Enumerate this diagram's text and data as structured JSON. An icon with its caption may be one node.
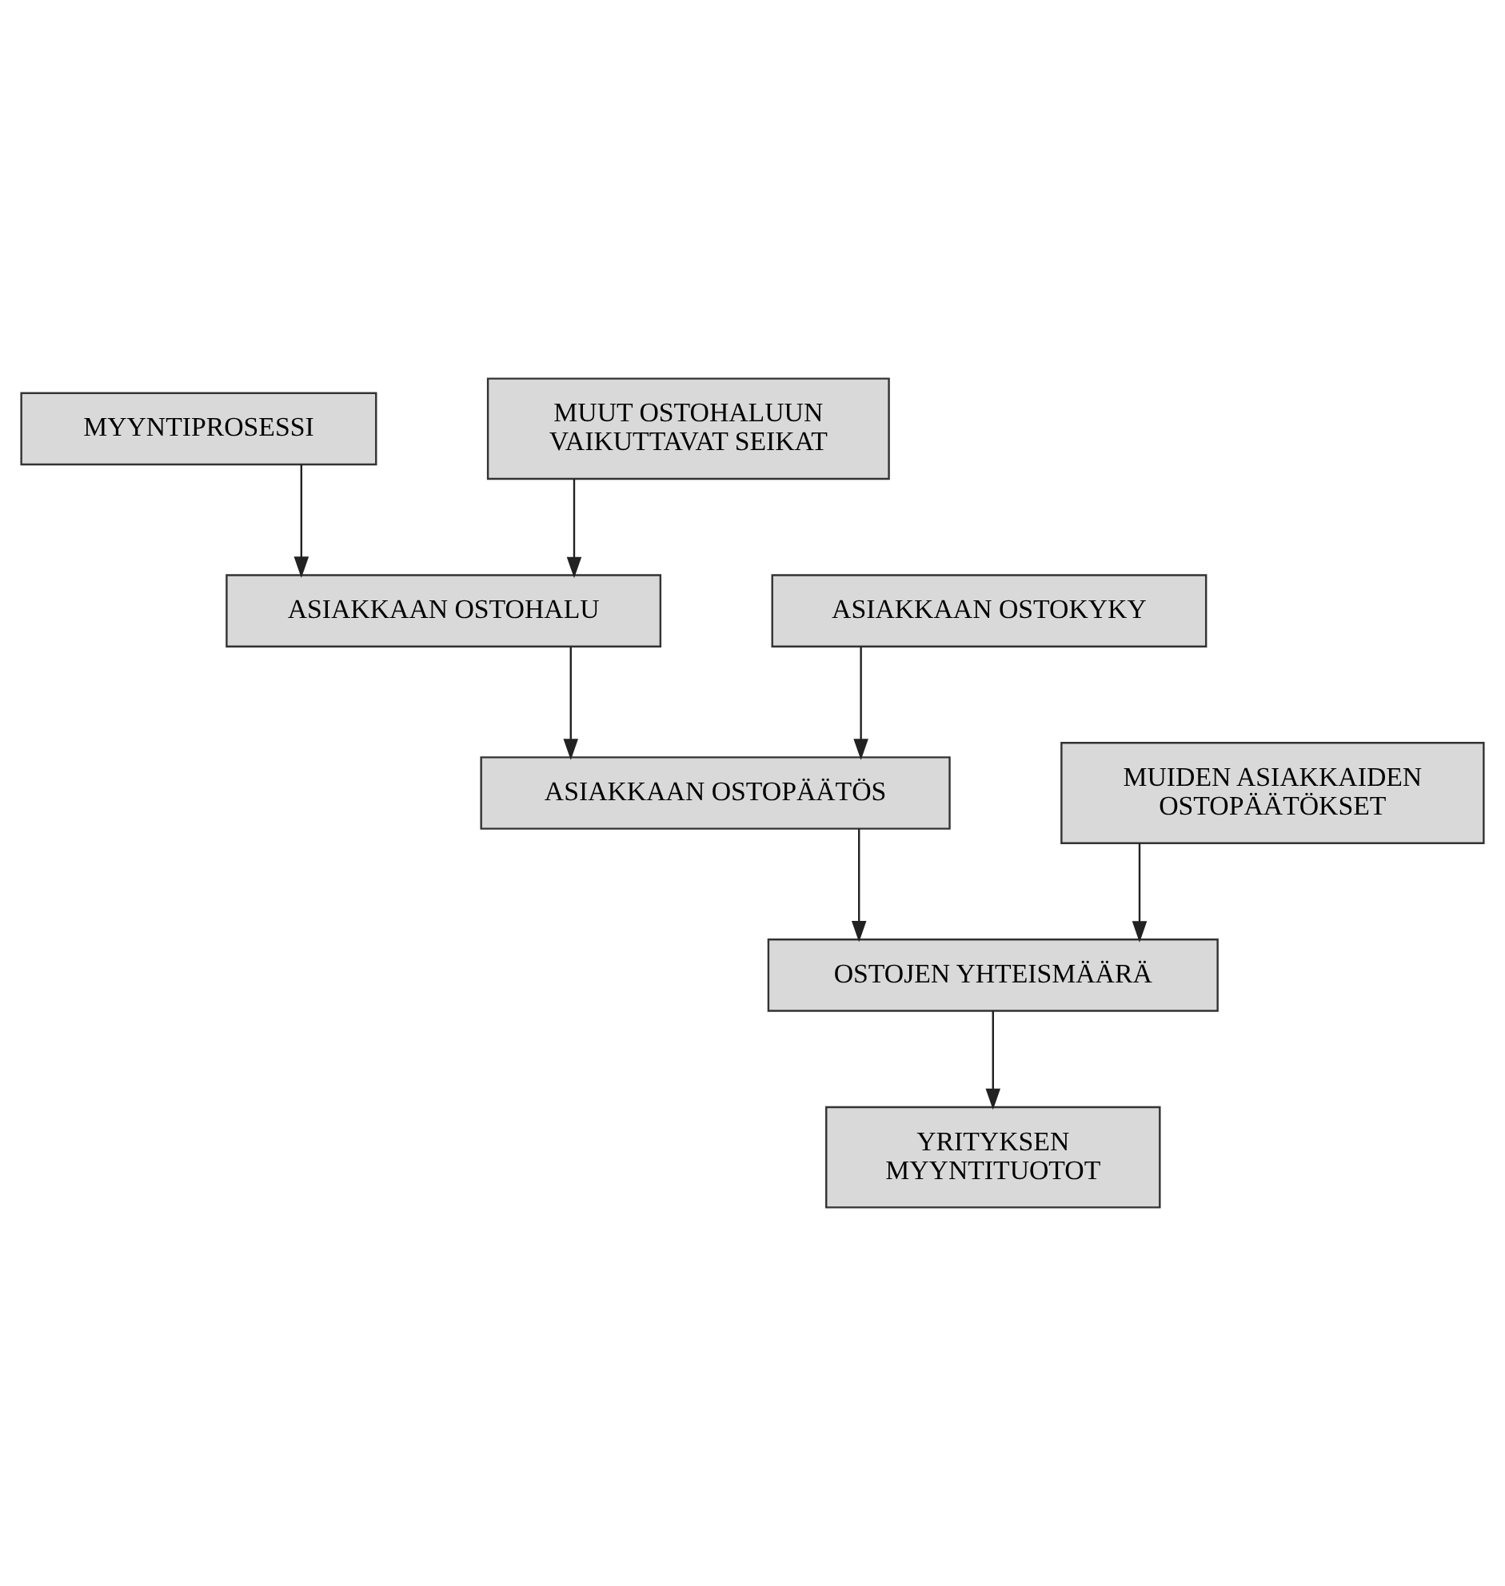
{
  "diagram": {
    "nodes": [
      {
        "text": [
          "MYYNTIPROSESSI"
        ]
      },
      {
        "text": [
          "MUUT OSTOHALUUN VAIKUTTAVAT SEIKAT"
        ]
      },
      {
        "text": [
          "ASIAKKAAN OSTOHALU"
        ]
      },
      {
        "text": [
          "ASIAKKAAN OSTOKYKY"
        ]
      },
      {
        "text": [
          "ASIAKKAAN OSTOPÄÄTÖS"
        ]
      },
      {
        "text": [
          "MUIDEN ASIAKKAIDEN OSTOPÄÄTÖKSET"
        ]
      },
      {
        "text": [
          "OSTOJEN YHTEISMÄÄRÄ"
        ]
      },
      {
        "text": [
          "YRITYKSEN MYYNTITUOTOT"
        ]
      }
    ],
    "edges": [
      {
        "from": 0,
        "to": 2,
        "arrow": "to"
      },
      {
        "from": 1,
        "to": 2,
        "arrow": "to"
      },
      {
        "from": 2,
        "to": 4,
        "arrow": "to"
      },
      {
        "from": 3,
        "to": 4,
        "arrow": "to"
      },
      {
        "from": 4,
        "to": 6,
        "arrow": "to"
      },
      {
        "from": 5,
        "to": 6,
        "arrow": "to"
      },
      {
        "from": 6,
        "to": 7,
        "arrow": "to"
      }
    ]
  }
}
